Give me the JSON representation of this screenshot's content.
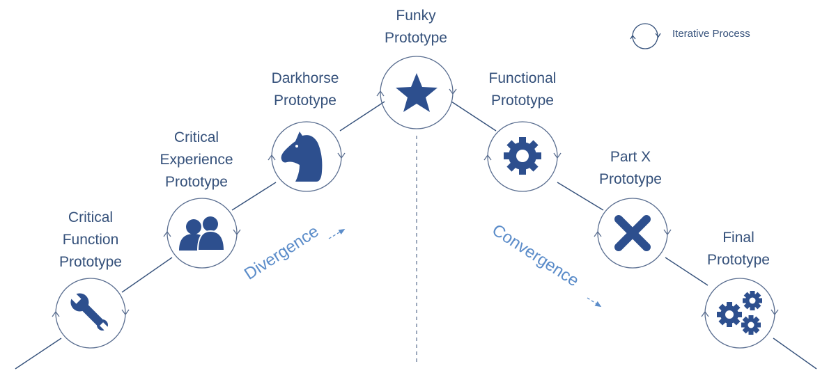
{
  "legend": {
    "icon": "cycle-icon",
    "label": "Iterative Process"
  },
  "phases": {
    "divergence": "Divergence",
    "convergence": "Convergence"
  },
  "colors": {
    "icon_fill": "#2d4f8e",
    "line": "#34507a",
    "circle": "#5a6e90",
    "phase_text": "#5b8cc9"
  },
  "prototypes": [
    {
      "id": "critical-function",
      "lines": [
        "Critical",
        "Function",
        "Prototype"
      ],
      "icon": "wrench-icon"
    },
    {
      "id": "critical-experience",
      "lines": [
        "Critical",
        "Experience",
        "Prototype"
      ],
      "icon": "users-icon"
    },
    {
      "id": "darkhorse",
      "lines": [
        "Darkhorse",
        "Prototype"
      ],
      "icon": "horse-icon"
    },
    {
      "id": "funky",
      "lines": [
        "Funky",
        "Prototype"
      ],
      "icon": "star-icon"
    },
    {
      "id": "functional",
      "lines": [
        "Functional",
        "Prototype"
      ],
      "icon": "gear-icon"
    },
    {
      "id": "part-x",
      "lines": [
        "Part X",
        "Prototype"
      ],
      "icon": "x-icon"
    },
    {
      "id": "final",
      "lines": [
        "Final",
        "Prototype"
      ],
      "icon": "gears-icon"
    }
  ]
}
